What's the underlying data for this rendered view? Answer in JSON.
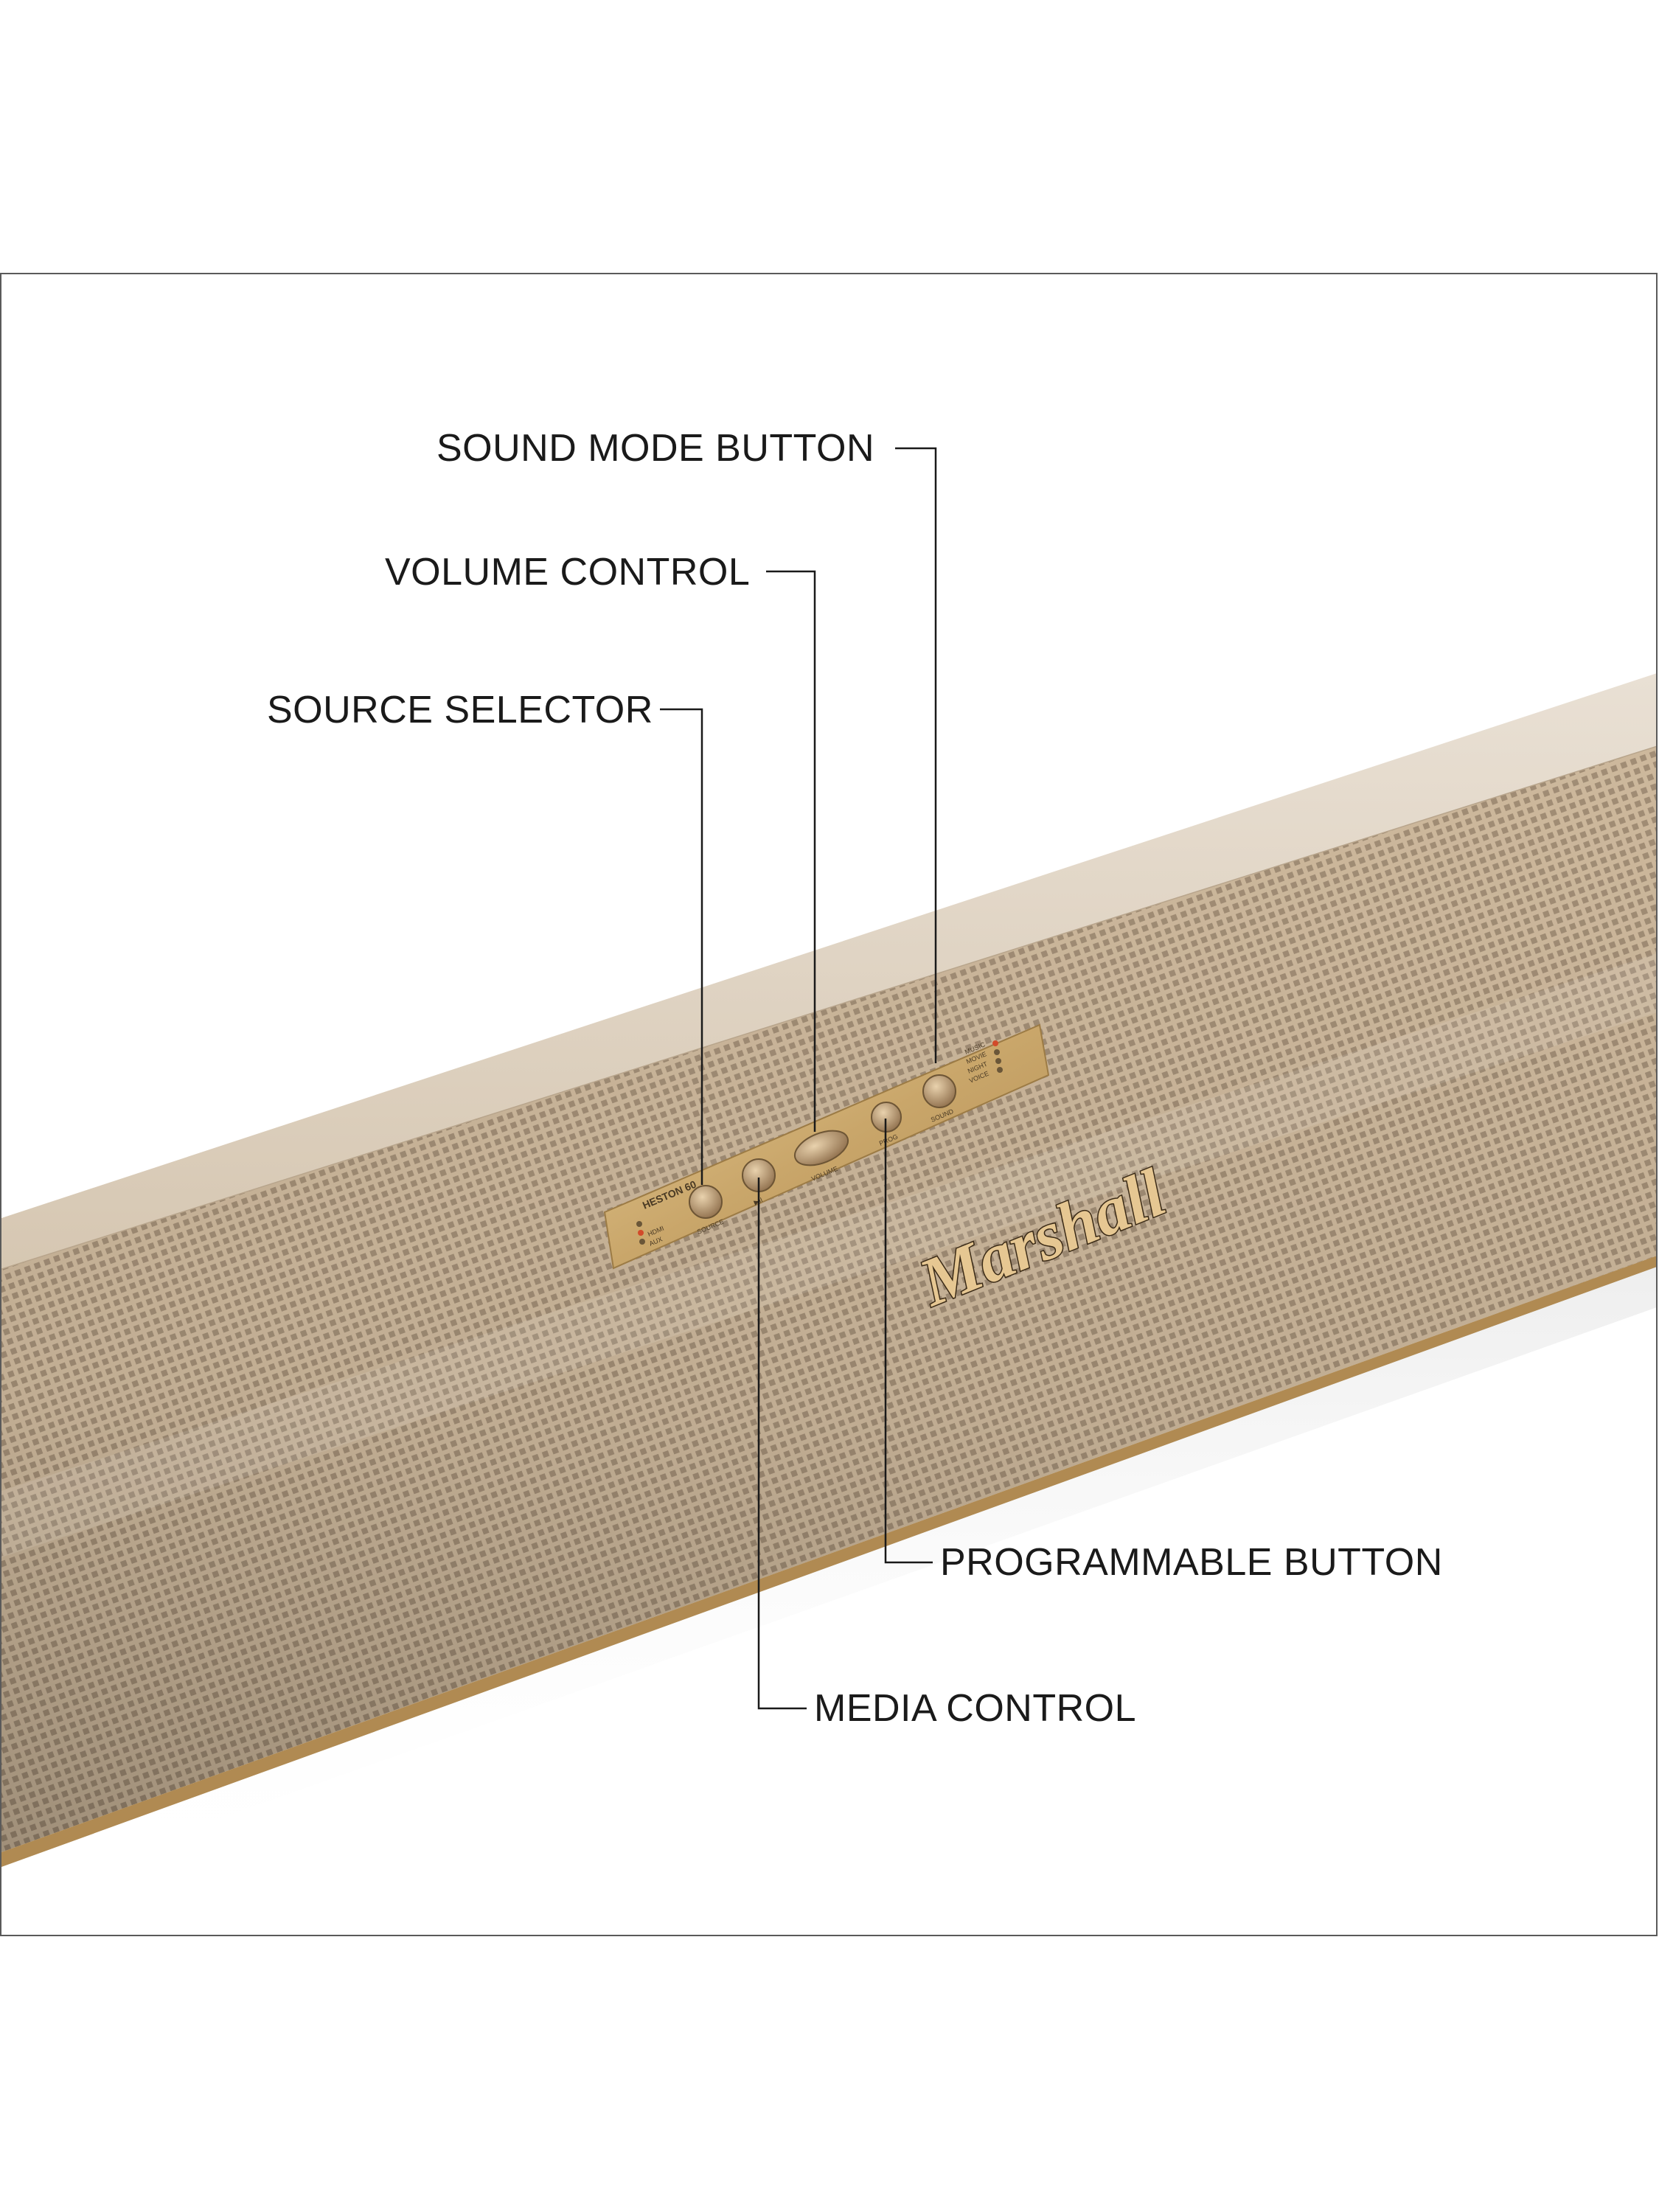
{
  "product": {
    "model_label": "HESTON 60",
    "brand_logo": "Marshall",
    "panel_labels": {
      "source": "SOURCE",
      "media": "▶II",
      "volume": "VOLUME",
      "prog": "PROG",
      "sound": "SOUND",
      "source_leds": [
        "HDMI",
        "AUX"
      ],
      "sound_leds": [
        "MUSIC",
        "MOVIE",
        "NIGHT",
        "VOICE"
      ]
    }
  },
  "callouts": {
    "sound_mode": "SOUND MODE BUTTON",
    "volume": "VOLUME CONTROL",
    "source": "SOURCE SELECTOR",
    "programmable": "PROGRAMMABLE BUTTON",
    "media": "MEDIA CONTROL"
  },
  "colors": {
    "fabric": "#cbb69a",
    "fabric_dark": "#8c7a64",
    "trim": "#b08a52",
    "panel": "#d2b47a",
    "leader_line": "#1a1a1a",
    "led_red": "#d24a2a"
  }
}
